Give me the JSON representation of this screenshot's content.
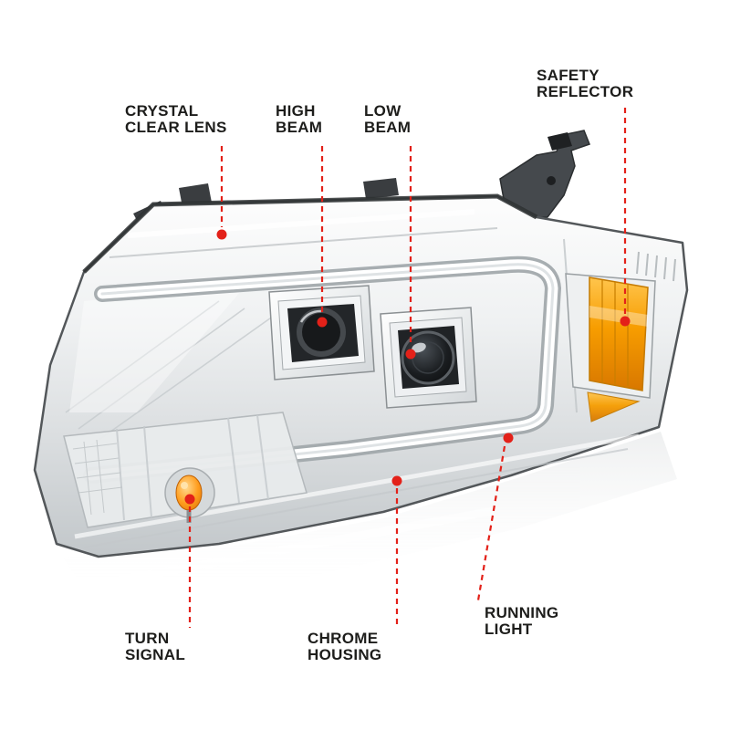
{
  "colors": {
    "accent_red": "#e32119",
    "text": "#1d1d1b",
    "amber": "#f79d00",
    "chrome_light": "#f2f4f5",
    "chrome_dark": "#c2c7ca",
    "background": "#ffffff"
  },
  "annotations": [
    {
      "id": "crystal-clear-lens",
      "label_lines": [
        "CRYSTAL",
        "CLEAR LENS"
      ]
    },
    {
      "id": "high-beam",
      "label_lines": [
        "HIGH",
        "BEAM"
      ]
    },
    {
      "id": "low-beam",
      "label_lines": [
        "LOW",
        "BEAM"
      ]
    },
    {
      "id": "safety-reflector",
      "label_lines": [
        "SAFETY",
        "REFLECTOR"
      ]
    },
    {
      "id": "turn-signal",
      "label_lines": [
        "TURN",
        "SIGNAL"
      ]
    },
    {
      "id": "chrome-housing",
      "label_lines": [
        "CHROME",
        "HOUSING"
      ]
    },
    {
      "id": "running-light",
      "label_lines": [
        "RUNNING",
        "LIGHT"
      ]
    }
  ]
}
